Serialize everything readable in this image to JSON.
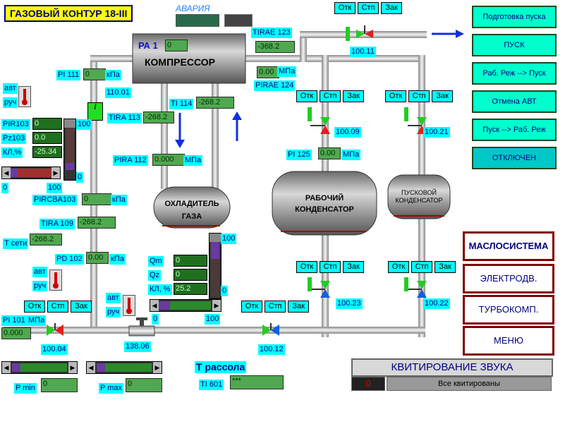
{
  "title": "ГАЗОВЫЙ КОНТУР 18-III",
  "alarm_label": "АВАРИЯ",
  "compressor": {
    "pa_label": "РА 1",
    "pa_value": "0",
    "name": "КОМПРЕССОР"
  },
  "cooler": {
    "name": "ОХЛАДИТЕЛЬ ГАЗА"
  },
  "work_condenser": {
    "name": "РАБОЧИЙ КОНДЕНСАТОР"
  },
  "start_condenser": {
    "name": "ПУСКОВОЙ КОНДЕНСАТОР"
  },
  "valve_buttons": {
    "open": "Отк",
    "stop": "Стп",
    "close": "Зак"
  },
  "valves": {
    "v1011": "100.11",
    "v1009": "100.09",
    "v1021": "100.21",
    "v1023": "100.23",
    "v1022": "100.22",
    "v1012": "100.12",
    "v1004": "100.04",
    "v13806": "138.06",
    "v11001": "110.01"
  },
  "instruments": {
    "tirae123": {
      "label": "TIRAE 123",
      "value": "-368.2"
    },
    "pirae124": {
      "label": "PIRAE 124",
      "value": "0.00",
      "unit": "МПа"
    },
    "pi111": {
      "label": "PI 111",
      "value": "0",
      "unit": "кПа"
    },
    "ti114": {
      "label": "TI 114",
      "value": "-268.2"
    },
    "tira113": {
      "label": "TIRA 113",
      "value": "-268.2"
    },
    "pira112": {
      "label": "PIRA 112",
      "value": "0.000",
      "unit": "МПа"
    },
    "pi125": {
      "label": "PI 125",
      "value": "0.00",
      "unit": "МПа"
    },
    "pircba103": {
      "label": "PIRCBA103",
      "value": "0",
      "unit": "кПа"
    },
    "tira109": {
      "label": "TIRA 109",
      "value": "-268.2"
    },
    "tnet": {
      "label": "Т сети",
      "value": "-268.2"
    },
    "pd102": {
      "label": "PD 102",
      "value": "0.00",
      "unit": "кПа"
    },
    "pi101": {
      "label": "PI 101",
      "unit": "МПа",
      "value": "0.000"
    },
    "ti601": {
      "label": "TI 601",
      "value": "***"
    }
  },
  "pir103_block": {
    "pir": "PIR103",
    "pir_val": "0",
    "pz": "Pz103",
    "pz_val": "0.0",
    "kl": "КЛ,%",
    "kl_val": "-25.34",
    "scale_min": "0",
    "scale_max": "100",
    "bar_100": "100",
    "bar_0": "0"
  },
  "qm_block": {
    "qm": "Qm",
    "qm_val": "0",
    "qz": "Qz",
    "qz_val": "0",
    "kl": "КЛ, %",
    "kl_val": "25.2",
    "scale_min": "0",
    "scale_max": "100",
    "bar_100": "100",
    "bar_0": "0"
  },
  "mode": {
    "avt": "авт",
    "ruch": "руч"
  },
  "tbrine": "Т рассола",
  "p_min": {
    "label": "P min",
    "value": "0"
  },
  "p_max": {
    "label": "P max",
    "value": "0"
  },
  "right_buttons": [
    "Подготовка пуска",
    "ПУСК",
    "Раб. Реж --> Пуск",
    "Отмена АВТ",
    "Пуск --> Раб. Реж",
    "ОТКЛЮЧЕН"
  ],
  "menu_buttons": [
    "МАСЛОСИСТЕМА",
    "ЭЛЕКТРОДВ.",
    "ТУРБОКОМП.",
    "МЕНЮ"
  ],
  "ack": {
    "title": "КВИТИРОВАНИЕ ЗВУКА",
    "count": "0",
    "status": "Все квитированы"
  },
  "colors": {
    "accent": "#00ffff",
    "panel_green": "#1f6f1f",
    "title_bg": "#ffff00",
    "menu_border": "#800000",
    "pipe": "#cccccc"
  }
}
